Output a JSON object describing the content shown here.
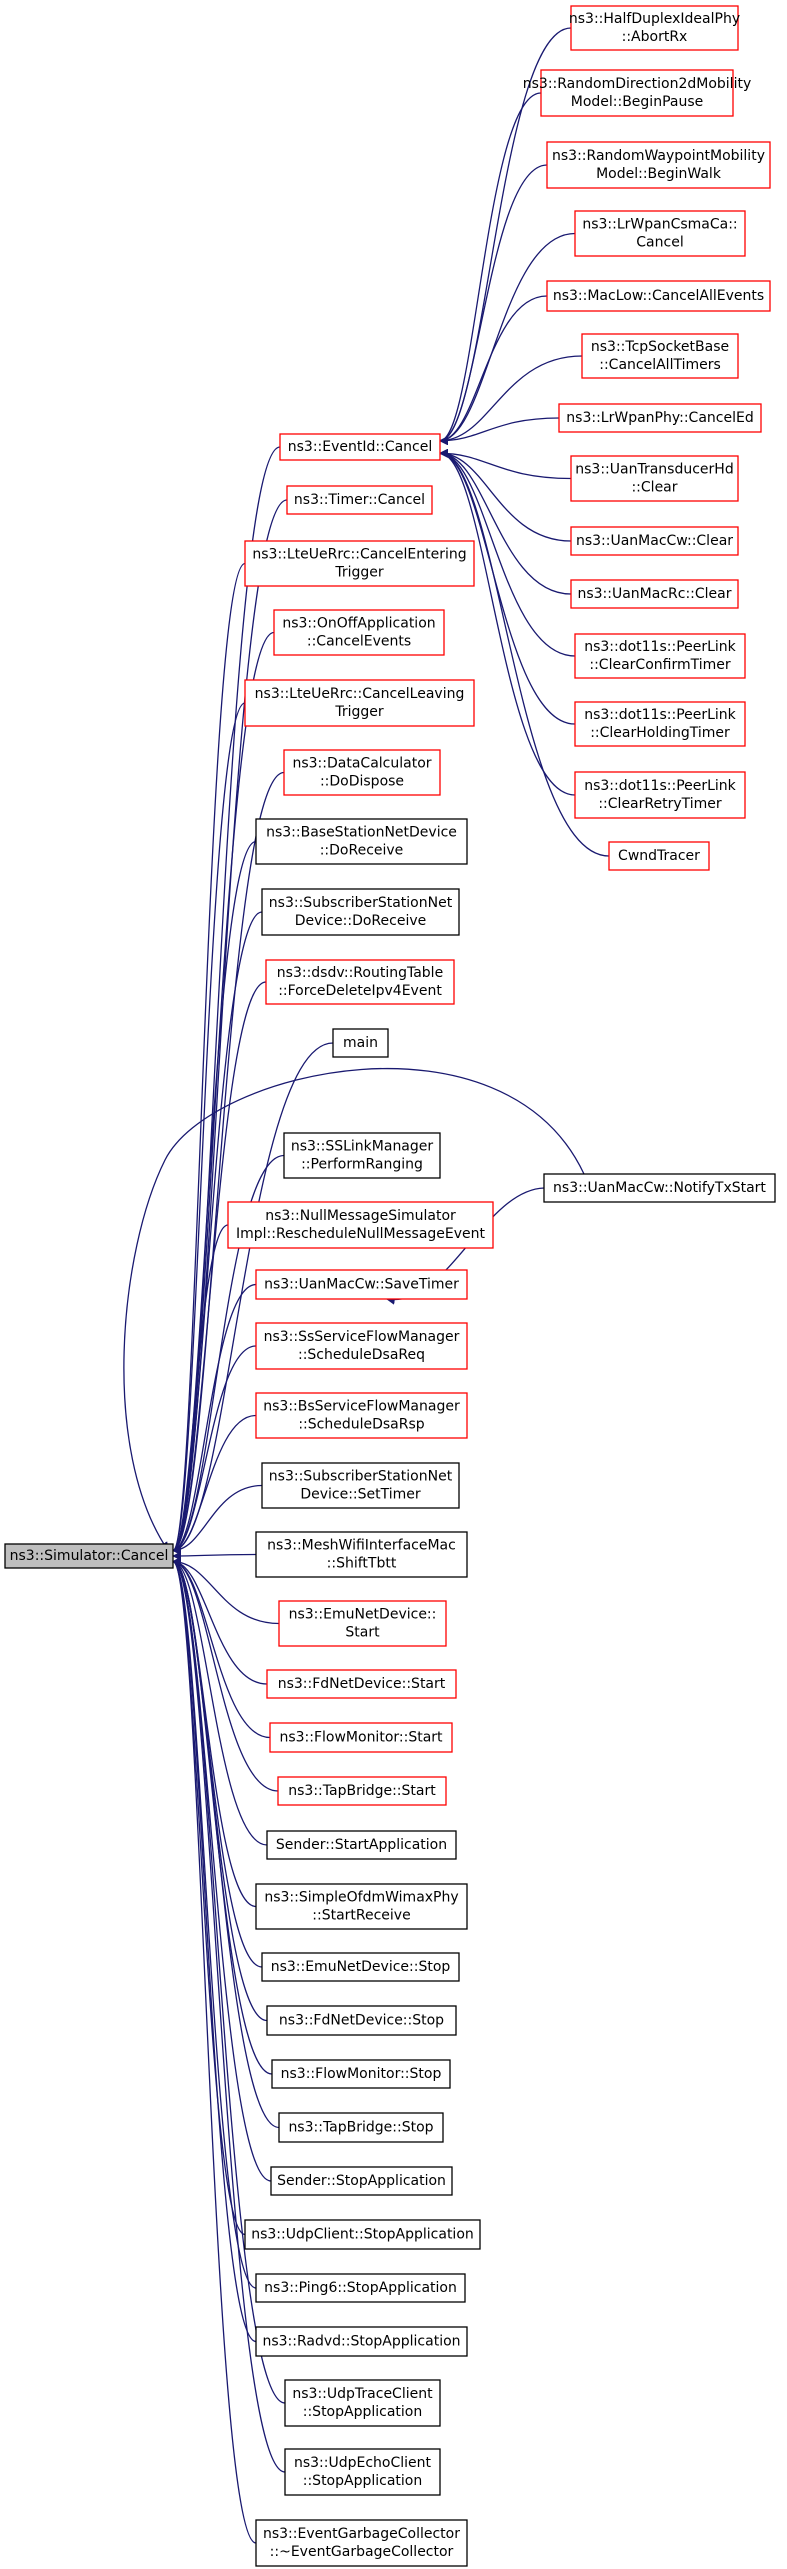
{
  "colors": {
    "edge": "#191970",
    "border_link": "#ff0000",
    "border_plain": "#000000",
    "focus_fill": "#bfbfbf",
    "fill": "#ffffff"
  },
  "nodes": [
    {
      "id": "focus",
      "lines": [
        "ns3::Simulator::Cancel"
      ],
      "style": "focus"
    },
    {
      "id": "eventid_cancel",
      "lines": [
        "ns3::EventId::Cancel"
      ],
      "style": "red"
    },
    {
      "id": "halfduplex_abortrx",
      "lines": [
        "ns3::HalfDuplexIdealPhy",
        "::AbortRx"
      ],
      "style": "red"
    },
    {
      "id": "randomdirection_beginpause",
      "lines": [
        "ns3::RandomDirection2dMobility",
        "Model::BeginPause"
      ],
      "style": "red"
    },
    {
      "id": "randomwaypoint_beginwalk",
      "lines": [
        "ns3::RandomWaypointMobility",
        "Model::BeginWalk"
      ],
      "style": "red"
    },
    {
      "id": "lrwpancsmaca_cancel",
      "lines": [
        "ns3::LrWpanCsmaCa::",
        "Cancel"
      ],
      "style": "red"
    },
    {
      "id": "maclow_cancelallevents",
      "lines": [
        "ns3::MacLow::CancelAllEvents"
      ],
      "style": "red"
    },
    {
      "id": "tcpsocketbase_cancelalltimers",
      "lines": [
        "ns3::TcpSocketBase",
        "::CancelAllTimers"
      ],
      "style": "red"
    },
    {
      "id": "lrwpanphy_canceled",
      "lines": [
        "ns3::LrWpanPhy::CancelEd"
      ],
      "style": "red"
    },
    {
      "id": "uantransducerhd_clear",
      "lines": [
        "ns3::UanTransducerHd",
        "::Clear"
      ],
      "style": "red"
    },
    {
      "id": "uanmaccw_clear",
      "lines": [
        "ns3::UanMacCw::Clear"
      ],
      "style": "red"
    },
    {
      "id": "uanmacrc_clear",
      "lines": [
        "ns3::UanMacRc::Clear"
      ],
      "style": "red"
    },
    {
      "id": "peerlink_clearconfirmtimer",
      "lines": [
        "ns3::dot11s::PeerLink",
        "::ClearConfirmTimer"
      ],
      "style": "red"
    },
    {
      "id": "peerlink_clearholdingtimer",
      "lines": [
        "ns3::dot11s::PeerLink",
        "::ClearHoldingTimer"
      ],
      "style": "red"
    },
    {
      "id": "peerlink_clearretrytimer",
      "lines": [
        "ns3::dot11s::PeerLink",
        "::ClearRetryTimer"
      ],
      "style": "red"
    },
    {
      "id": "cwndtracer",
      "lines": [
        "CwndTracer"
      ],
      "style": "red"
    },
    {
      "id": "timer_cancel",
      "lines": [
        "ns3::Timer::Cancel"
      ],
      "style": "red"
    },
    {
      "id": "lteuerrc_cancelenteringtrigger",
      "lines": [
        "ns3::LteUeRrc::CancelEntering",
        "Trigger"
      ],
      "style": "red"
    },
    {
      "id": "onoffapplication_cancelevents",
      "lines": [
        "ns3::OnOffApplication",
        "::CancelEvents"
      ],
      "style": "red"
    },
    {
      "id": "lteuerrc_cancelleavingtrigger",
      "lines": [
        "ns3::LteUeRrc::CancelLeaving",
        "Trigger"
      ],
      "style": "red"
    },
    {
      "id": "datacalculator_dodispose",
      "lines": [
        "ns3::DataCalculator",
        "::DoDispose"
      ],
      "style": "red"
    },
    {
      "id": "basestationnetdevice_doreceive",
      "lines": [
        "ns3::BaseStationNetDevice",
        "::DoReceive"
      ],
      "style": "black"
    },
    {
      "id": "subscriberstationnet_doreceive",
      "lines": [
        "ns3::SubscriberStationNet",
        "Device::DoReceive"
      ],
      "style": "black"
    },
    {
      "id": "dsdv_forcedeleteipv4event",
      "lines": [
        "ns3::dsdv::RoutingTable",
        "::ForceDeleteIpv4Event"
      ],
      "style": "red"
    },
    {
      "id": "main",
      "lines": [
        "main"
      ],
      "style": "black"
    },
    {
      "id": "sslinkmanager_performranging",
      "lines": [
        "ns3::SSLinkManager",
        "::PerformRanging"
      ],
      "style": "black"
    },
    {
      "id": "nullmessagesimulator_reschedule",
      "lines": [
        "ns3::NullMessageSimulator",
        "Impl::RescheduleNullMessageEvent"
      ],
      "style": "red"
    },
    {
      "id": "uanmaccw_savetimer",
      "lines": [
        "ns3::UanMacCw::SaveTimer"
      ],
      "style": "red"
    },
    {
      "id": "uanmaccw_notifytxstart",
      "lines": [
        "ns3::UanMacCw::NotifyTxStart"
      ],
      "style": "black"
    },
    {
      "id": "ssserviceflowmanager_scheduledsareq",
      "lines": [
        "ns3::SsServiceFlowManager",
        "::ScheduleDsaReq"
      ],
      "style": "red"
    },
    {
      "id": "bsserviceflowmanager_scheduledsarsp",
      "lines": [
        "ns3::BsServiceFlowManager",
        "::ScheduleDsaRsp"
      ],
      "style": "red"
    },
    {
      "id": "subscriberstationnet_settimer",
      "lines": [
        "ns3::SubscriberStationNet",
        "Device::SetTimer"
      ],
      "style": "black"
    },
    {
      "id": "meshwifiinterfacemac_shifttbtt",
      "lines": [
        "ns3::MeshWifiInterfaceMac",
        "::ShiftTbtt"
      ],
      "style": "black"
    },
    {
      "id": "emunetdevice_start",
      "lines": [
        "ns3::EmuNetDevice::",
        "Start"
      ],
      "style": "red"
    },
    {
      "id": "fdnetdevice_start",
      "lines": [
        "ns3::FdNetDevice::Start"
      ],
      "style": "red"
    },
    {
      "id": "flowmonitor_start",
      "lines": [
        "ns3::FlowMonitor::Start"
      ],
      "style": "red"
    },
    {
      "id": "tapbridge_start",
      "lines": [
        "ns3::TapBridge::Start"
      ],
      "style": "red"
    },
    {
      "id": "sender_startapplication",
      "lines": [
        "Sender::StartApplication"
      ],
      "style": "black"
    },
    {
      "id": "simpleofdmwimaxphy_startreceive",
      "lines": [
        "ns3::SimpleOfdmWimaxPhy",
        "::StartReceive"
      ],
      "style": "black"
    },
    {
      "id": "emunetdevice_stop",
      "lines": [
        "ns3::EmuNetDevice::Stop"
      ],
      "style": "black"
    },
    {
      "id": "fdnetdevice_stop",
      "lines": [
        "ns3::FdNetDevice::Stop"
      ],
      "style": "black"
    },
    {
      "id": "flowmonitor_stop",
      "lines": [
        "ns3::FlowMonitor::Stop"
      ],
      "style": "black"
    },
    {
      "id": "tapbridge_stop",
      "lines": [
        "ns3::TapBridge::Stop"
      ],
      "style": "black"
    },
    {
      "id": "sender_stopapplication",
      "lines": [
        "Sender::StopApplication"
      ],
      "style": "black"
    },
    {
      "id": "udpclient_stopapplication",
      "lines": [
        "ns3::UdpClient::StopApplication"
      ],
      "style": "black"
    },
    {
      "id": "ping6_stopapplication",
      "lines": [
        "ns3::Ping6::StopApplication"
      ],
      "style": "black"
    },
    {
      "id": "radvd_stopapplication",
      "lines": [
        "ns3::Radvd::StopApplication"
      ],
      "style": "black"
    },
    {
      "id": "udptraceclient_stopapplication",
      "lines": [
        "ns3::UdpTraceClient",
        "::StopApplication"
      ],
      "style": "black"
    },
    {
      "id": "udpechoclient_stopapplication",
      "lines": [
        "ns3::UdpEchoClient",
        "::StopApplication"
      ],
      "style": "black"
    },
    {
      "id": "eventgarbagecollector_dtor",
      "lines": [
        "ns3::EventGarbageCollector",
        "::~EventGarbageCollector"
      ],
      "style": "black"
    }
  ],
  "edges": [
    {
      "from": "eventid_cancel",
      "to": "focus"
    },
    {
      "from": "halfduplex_abortrx",
      "to": "eventid_cancel"
    },
    {
      "from": "randomdirection_beginpause",
      "to": "eventid_cancel"
    },
    {
      "from": "randomwaypoint_beginwalk",
      "to": "eventid_cancel"
    },
    {
      "from": "lrwpancsmaca_cancel",
      "to": "eventid_cancel"
    },
    {
      "from": "maclow_cancelallevents",
      "to": "eventid_cancel"
    },
    {
      "from": "tcpsocketbase_cancelalltimers",
      "to": "eventid_cancel"
    },
    {
      "from": "lrwpanphy_canceled",
      "to": "eventid_cancel"
    },
    {
      "from": "uantransducerhd_clear",
      "to": "eventid_cancel"
    },
    {
      "from": "uanmaccw_clear",
      "to": "eventid_cancel"
    },
    {
      "from": "uanmacrc_clear",
      "to": "eventid_cancel"
    },
    {
      "from": "peerlink_clearconfirmtimer",
      "to": "eventid_cancel"
    },
    {
      "from": "peerlink_clearholdingtimer",
      "to": "eventid_cancel"
    },
    {
      "from": "peerlink_clearretrytimer",
      "to": "eventid_cancel"
    },
    {
      "from": "cwndtracer",
      "to": "eventid_cancel"
    },
    {
      "from": "timer_cancel",
      "to": "focus"
    },
    {
      "from": "lteuerrc_cancelenteringtrigger",
      "to": "focus"
    },
    {
      "from": "onoffapplication_cancelevents",
      "to": "focus"
    },
    {
      "from": "lteuerrc_cancelleavingtrigger",
      "to": "focus"
    },
    {
      "from": "datacalculator_dodispose",
      "to": "focus"
    },
    {
      "from": "basestationnetdevice_doreceive",
      "to": "focus"
    },
    {
      "from": "subscriberstationnet_doreceive",
      "to": "focus"
    },
    {
      "from": "dsdv_forcedeleteipv4event",
      "to": "focus"
    },
    {
      "from": "main",
      "to": "focus"
    },
    {
      "from": "uanmaccw_notifytxstart",
      "to": "focus"
    },
    {
      "from": "sslinkmanager_performranging",
      "to": "focus"
    },
    {
      "from": "nullmessagesimulator_reschedule",
      "to": "focus"
    },
    {
      "from": "uanmaccw_savetimer",
      "to": "focus"
    },
    {
      "from": "uanmaccw_notifytxstart",
      "to": "uanmaccw_savetimer"
    },
    {
      "from": "ssserviceflowmanager_scheduledsareq",
      "to": "focus"
    },
    {
      "from": "bsserviceflowmanager_scheduledsarsp",
      "to": "focus"
    },
    {
      "from": "subscriberstationnet_settimer",
      "to": "focus"
    },
    {
      "from": "meshwifiinterfacemac_shifttbtt",
      "to": "focus"
    },
    {
      "from": "emunetdevice_start",
      "to": "focus"
    },
    {
      "from": "fdnetdevice_start",
      "to": "focus"
    },
    {
      "from": "flowmonitor_start",
      "to": "focus"
    },
    {
      "from": "tapbridge_start",
      "to": "focus"
    },
    {
      "from": "sender_startapplication",
      "to": "focus"
    },
    {
      "from": "simpleofdmwimaxphy_startreceive",
      "to": "focus"
    },
    {
      "from": "emunetdevice_stop",
      "to": "focus"
    },
    {
      "from": "fdnetdevice_stop",
      "to": "focus"
    },
    {
      "from": "flowmonitor_stop",
      "to": "focus"
    },
    {
      "from": "tapbridge_stop",
      "to": "focus"
    },
    {
      "from": "sender_stopapplication",
      "to": "focus"
    },
    {
      "from": "udpclient_stopapplication",
      "to": "focus"
    },
    {
      "from": "ping6_stopapplication",
      "to": "focus"
    },
    {
      "from": "radvd_stopapplication",
      "to": "focus"
    },
    {
      "from": "udptraceclient_stopapplication",
      "to": "focus"
    },
    {
      "from": "udpechoclient_stopapplication",
      "to": "focus"
    },
    {
      "from": "eventgarbagecollector_dtor",
      "to": "focus"
    }
  ]
}
